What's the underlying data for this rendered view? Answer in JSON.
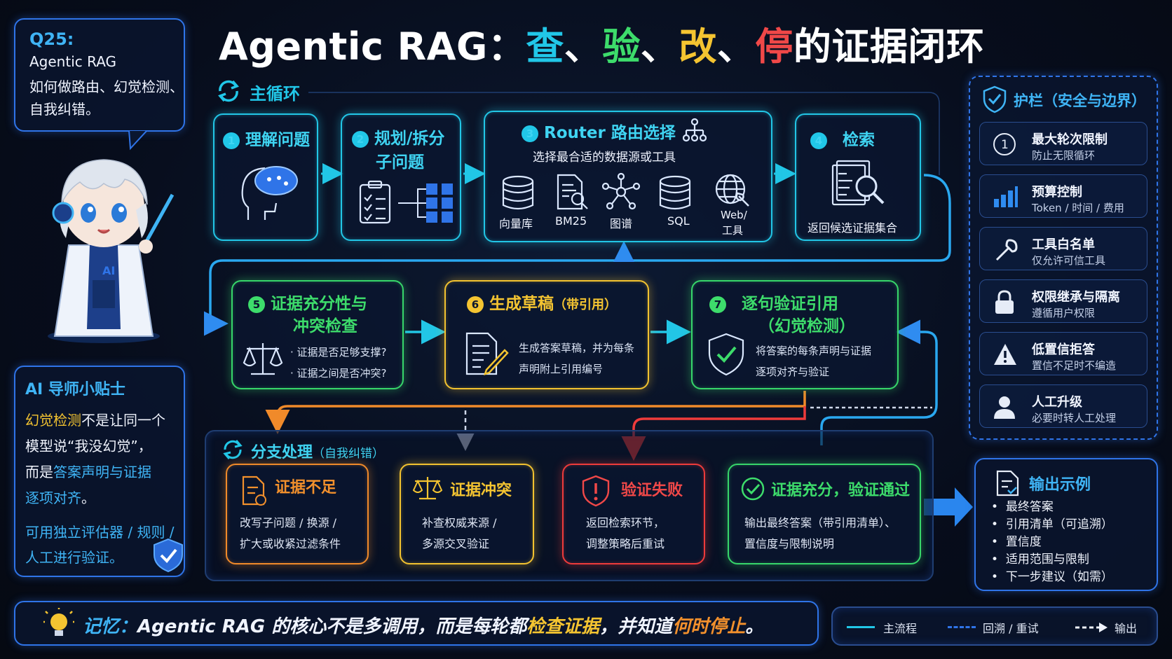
{
  "question": {
    "id": "Q25:",
    "line1": "Agentic RAG",
    "line2": "如何做路由、幻觉检测、",
    "line3": "自我纠错。"
  },
  "title": {
    "prefix": "Agentic RAG：",
    "w1": "查",
    "sep1": "、",
    "w2": "验",
    "sep2": "、",
    "w3": "改",
    "sep3": "、",
    "w4": "停",
    "suffix": "的证据闭环"
  },
  "main_loop": {
    "label": "主循环"
  },
  "steps": [
    {
      "num": "1",
      "title": "理解问题"
    },
    {
      "num": "2",
      "title_l1": "规划/拆分",
      "title_l2": "子问题"
    },
    {
      "num": "3",
      "title": "Router 路由选择",
      "desc": "选择最合适的数据源或工具",
      "sources": [
        "向量库",
        "BM25",
        "图谱",
        "SQL",
        "Web/",
        "工具"
      ]
    },
    {
      "num": "4",
      "title": "检索",
      "desc": "返回候选证据集合"
    },
    {
      "num": "5",
      "title_l1": "证据充分性与",
      "title_l2": "冲突检查",
      "b1": "证据是否足够支撑?",
      "b2": "证据之间是否冲突?"
    },
    {
      "num": "6",
      "title": "生成草稿",
      "title_sub": "（带引用）",
      "desc_l1": "生成答案草稿，并为每条",
      "desc_l2": "声明附上引用编号"
    },
    {
      "num": "7",
      "title_l1": "逐句验证引用",
      "title_l2": "（幻觉检测）",
      "desc_l1": "将答案的每条声明与证据",
      "desc_l2": "逐项对齐与验证"
    }
  ],
  "branch": {
    "label": "分支处理",
    "label_sub": "（自我纠错）",
    "items": [
      {
        "title": "证据不足",
        "d1": "改写子问题 / 换源 /",
        "d2": "扩大或收紧过滤条件"
      },
      {
        "title": "证据冲突",
        "d1": "补查权威来源 /",
        "d2": "多源交叉验证"
      },
      {
        "title": "验证失败",
        "d1": "返回检索环节，",
        "d2": "调整策略后重试"
      },
      {
        "title": "证据充分，验证通过",
        "d1": "输出最终答案（带引用清单）、",
        "d2": "置信度与限制说明"
      }
    ]
  },
  "guardrails": {
    "title": "护栏（安全与边界）",
    "items": [
      {
        "title": "最大轮次限制",
        "sub": "防止无限循环"
      },
      {
        "title": "预算控制",
        "sub": "Token / 时间 / 费用"
      },
      {
        "title": "工具白名单",
        "sub": "仅允许可信工具"
      },
      {
        "title": "权限继承与隔离",
        "sub": "遵循用户权限"
      },
      {
        "title": "低置信拒答",
        "sub": "置信不足时不编造"
      },
      {
        "title": "人工升级",
        "sub": "必要时转人工处理"
      }
    ]
  },
  "output": {
    "title": "输出示例",
    "items": [
      "最终答案",
      "引用清单（可追溯）",
      "置信度",
      "适用范围与限制",
      "下一步建议（如需）"
    ]
  },
  "tips": {
    "title": "AI 导师小贴士",
    "p1_hl": "幻觉检测",
    "p1_a": "不是让同一个",
    "p1_b": "模型说“我没幻觉”，",
    "p1_c": "而是",
    "p1_hl2": "答案声明与证据",
    "p1_hl3": "逐项对齐",
    "p1_d": "。",
    "p2_a": "可用独立评估器 / 规则 /",
    "p2_b": "人工进行验证。",
    "avatar_label": "AI"
  },
  "memory": {
    "label": "记忆：",
    "a": "Agentic RAG 的核心不是多调用，而是每轮都",
    "hl1": "检查证据",
    "b": "，并知道",
    "hl2": "何时停止",
    "c": "。"
  },
  "legend": {
    "main": "主流程",
    "retry": "回溯 / 重试",
    "output": "输出"
  },
  "colors": {
    "cyan": "#21c7e8",
    "green": "#3ddc6b",
    "yellow": "#f4c431",
    "orange": "#f2902c",
    "red": "#f04848",
    "blue": "#2f74e8"
  }
}
